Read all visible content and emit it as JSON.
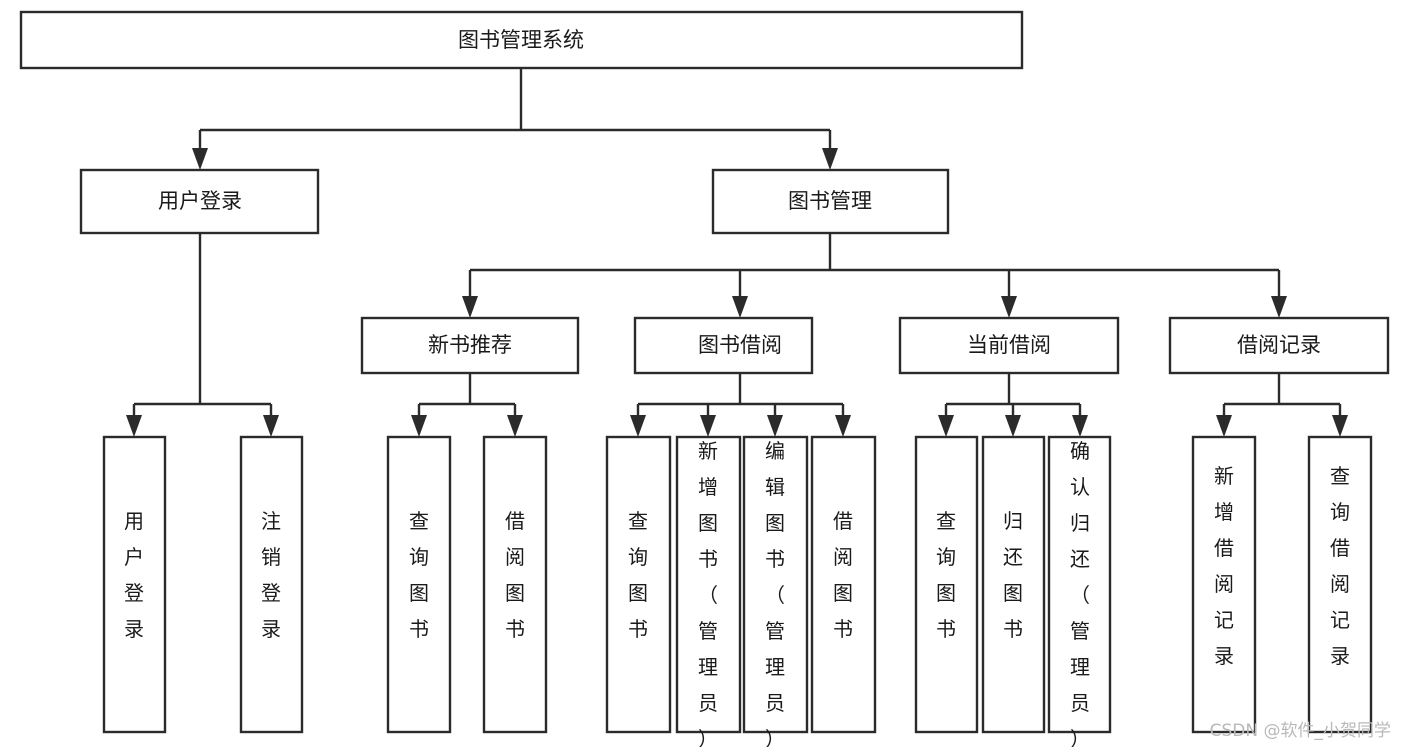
{
  "diagram": {
    "type": "tree",
    "title": "图书管理系统",
    "watermark": "CSDN @软件_小贺同学",
    "colors": {
      "stroke": "#2b2b2b",
      "fill": "#ffffff",
      "text": "#1a1a1a",
      "watermark": "#b9b9b9",
      "background": "#ffffff"
    },
    "root": {
      "label": "图书管理系统"
    },
    "level2": [
      {
        "label": "用户登录"
      },
      {
        "label": "图书管理"
      }
    ],
    "level3": [
      {
        "label": "新书推荐"
      },
      {
        "label": "图书借阅"
      },
      {
        "label": "当前借阅"
      },
      {
        "label": "借阅记录"
      }
    ],
    "leaves": {
      "user_login": [
        {
          "label": "用户登录"
        },
        {
          "label": "注销登录"
        }
      ],
      "new_book": [
        {
          "label": "查询图书"
        },
        {
          "label": "借阅图书"
        }
      ],
      "book_borrow": [
        {
          "label": "查询图书"
        },
        {
          "label": "新增图书（管理员）"
        },
        {
          "label": "编辑图书（管理员）"
        },
        {
          "label": "借阅图书"
        }
      ],
      "current_borrow": [
        {
          "label": "查询图书"
        },
        {
          "label": "归还图书"
        },
        {
          "label": "确认归还（管理员）"
        }
      ],
      "borrow_record": [
        {
          "label": "新增借阅记录"
        },
        {
          "label": "查询借阅记录"
        }
      ]
    }
  }
}
